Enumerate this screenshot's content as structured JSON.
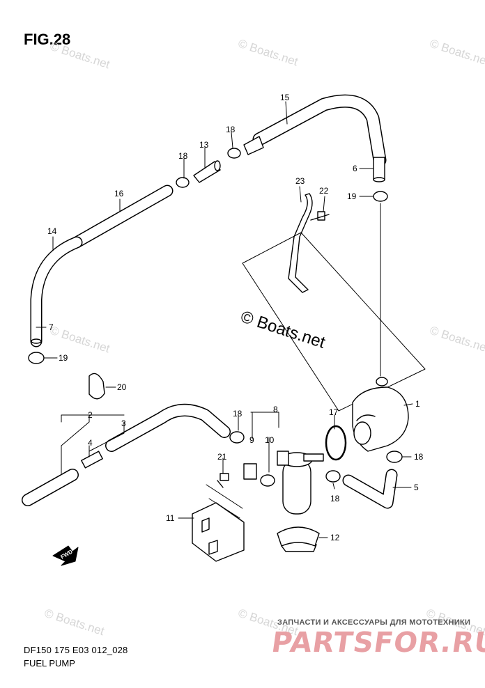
{
  "figure": {
    "title": "FIG.28",
    "model": "DF150 175 E03 012_028",
    "subtitle": "FUEL PUMP"
  },
  "watermarks": {
    "text": "© Boats.net",
    "center": "© Boats.net"
  },
  "branding": {
    "tagline": "ЗАПЧАСТИ И АКСЕССУАРЫ ДЛЯ МОТОТЕХНИКИ",
    "name": "PARTSFOR.RU"
  },
  "callouts": [
    "1",
    "2",
    "3",
    "4",
    "5",
    "6",
    "7",
    "8",
    "9",
    "10",
    "11",
    "12",
    "13",
    "14",
    "15",
    "16",
    "17",
    "18",
    "19",
    "20",
    "21",
    "22",
    "23"
  ],
  "fwd_arrow": "FWD"
}
